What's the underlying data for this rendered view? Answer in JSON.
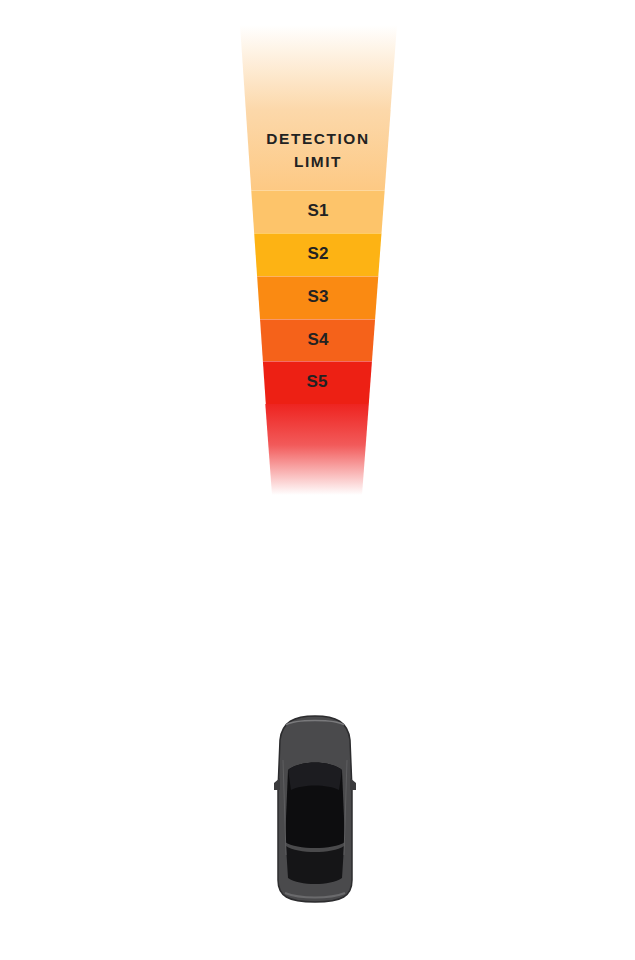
{
  "diagram": {
    "nodes": [
      {
        "text": [
          "DETECTION LIMIT"
        ]
      },
      {
        "text": [
          "S1"
        ]
      },
      {
        "text": [
          "S2"
        ]
      },
      {
        "text": [
          "S3"
        ]
      },
      {
        "text": [
          "S4"
        ]
      },
      {
        "text": [
          "S5"
        ]
      }
    ]
  }
}
